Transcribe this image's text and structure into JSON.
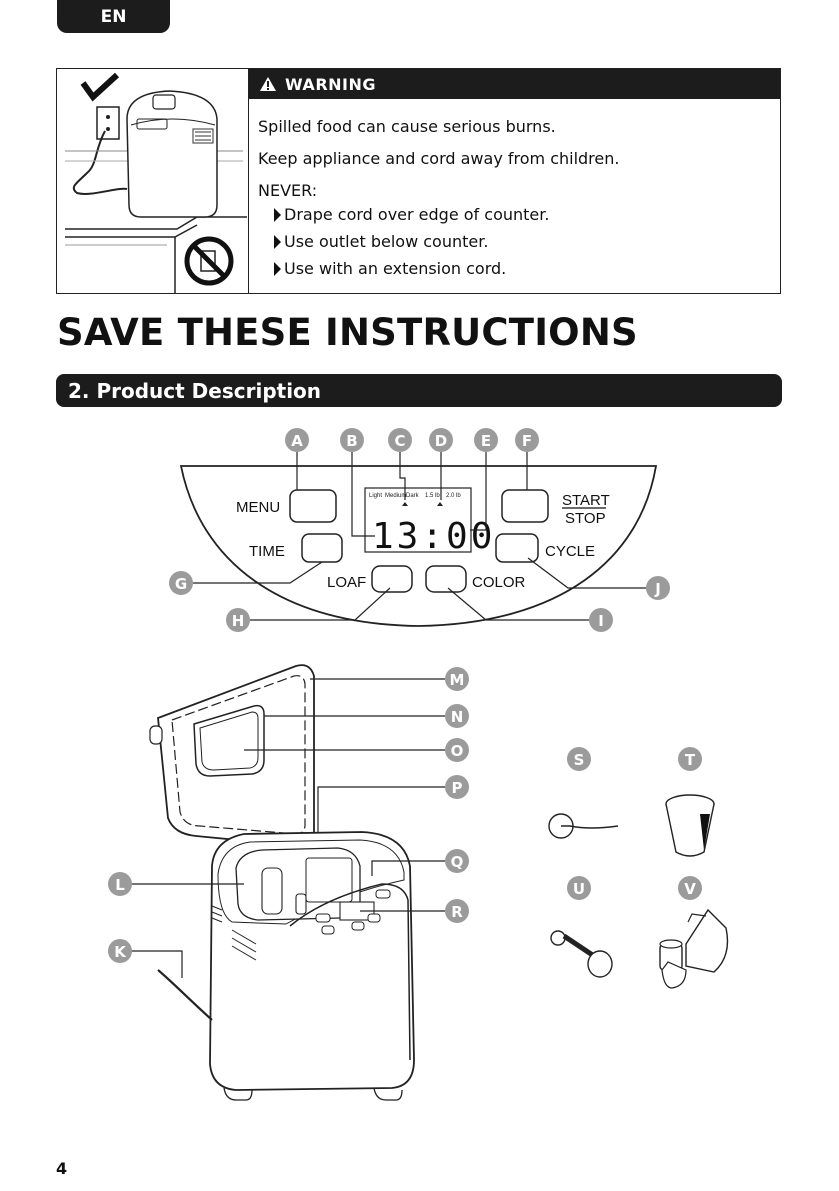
{
  "language_tab": "EN",
  "warning": {
    "heading": "WARNING",
    "lines": [
      "Spilled food can cause serious burns.",
      "Keep appliance and cord away from children.",
      "NEVER:"
    ],
    "bullets": [
      "Drape cord over edge of counter.",
      "Use outlet below counter.",
      "Use with an extension cord."
    ]
  },
  "save_title": "SAVE THESE INSTRUCTIONS",
  "section_title": "2. Product Description",
  "panel": {
    "menu": "MENU",
    "time": "TIME",
    "loaf": "LOAF",
    "color": "COLOR",
    "start": "START",
    "stop": "STOP",
    "cycle": "CYCLE",
    "display_time": "13:00",
    "indicators": [
      "Light",
      "Medium",
      "Dark",
      "1.5 lb",
      "2.0 lb"
    ]
  },
  "callouts": {
    "A": "A",
    "B": "B",
    "C": "C",
    "D": "D",
    "E": "E",
    "F": "F",
    "G": "G",
    "H": "H",
    "I": "I",
    "J": "J",
    "K": "K",
    "L": "L",
    "M": "M",
    "N": "N",
    "O": "O",
    "P": "P",
    "Q": "Q",
    "R": "R",
    "S": "S",
    "T": "T",
    "U": "U",
    "V": "V"
  },
  "page_number": "4"
}
